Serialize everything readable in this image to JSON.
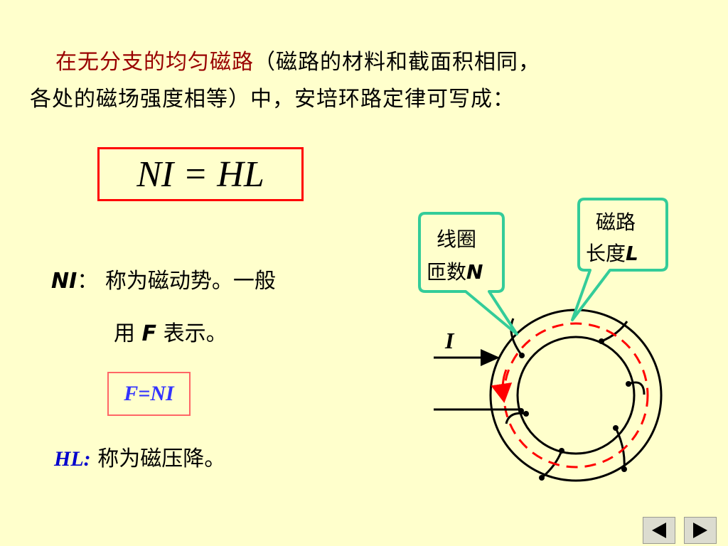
{
  "intro": {
    "highlight": "在无分支的均匀磁路",
    "line1_rest": "（磁路的材料和截面积相同，",
    "line2": "各处的磁场强度相等）中，安培环路定律可写成："
  },
  "equation": "NI = HL",
  "ni_def": {
    "symbol": "NI",
    "colon": "：",
    "text": "称为磁动势。一般"
  },
  "f_def": {
    "prefix": "用",
    "symbol": "F",
    "suffix": "表示。"
  },
  "f_box": "F=NI",
  "hl_def": {
    "symbol": "HL",
    "colon": ":",
    "text": "称为磁压降。"
  },
  "diagram": {
    "current_label": "I",
    "callout_turns": {
      "line1": "线圈",
      "line2": "匝数",
      "symbol": "N"
    },
    "callout_length": {
      "line1": "磁路",
      "line2": "长度",
      "symbol": "L"
    },
    "colors": {
      "ring_fill": "#ffffcc",
      "ring_stroke": "#000000",
      "flux_path": "#ff0000",
      "callout_border": "#33cc99",
      "callout_fill": "#ffffcc"
    }
  },
  "nav": {
    "prev_icon": "triangle-left-icon",
    "next_icon": "triangle-right-icon"
  }
}
